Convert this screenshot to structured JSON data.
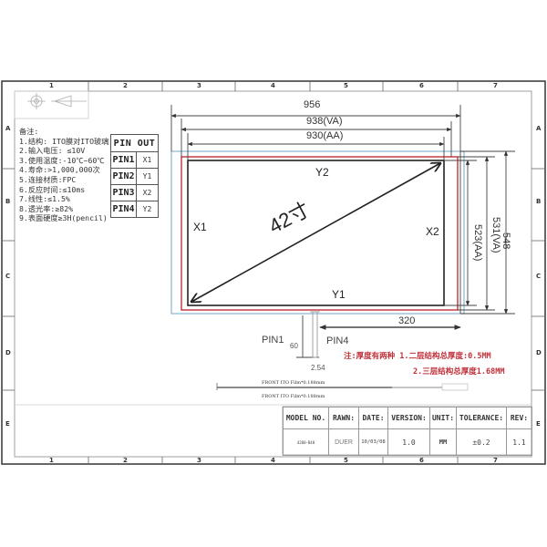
{
  "drawing": {
    "column_labels": [
      "1",
      "2",
      "3",
      "4",
      "5",
      "6",
      "7"
    ],
    "row_labels": [
      "A",
      "B",
      "C",
      "D",
      "E"
    ],
    "notes": {
      "title": "备注:",
      "items": [
        "1.结构: ITO膜对ITO玻璃",
        "2.输入电压: ≤10V",
        "3.使用温度:-10℃~60℃",
        "4.寿命:>1,000,000次",
        "5.连接材质:FPC",
        "6.反应时间:≤10ms",
        "7.线性:≤1.5%",
        "8.透光率:≥82%",
        "9.表面硬度≥3H(pencil)"
      ]
    },
    "pin_out": {
      "header": "PIN OUT",
      "rows": [
        {
          "pin": "PIN1",
          "signal": "X1"
        },
        {
          "pin": "PIN2",
          "signal": "Y1"
        },
        {
          "pin": "PIN3",
          "signal": "X2"
        },
        {
          "pin": "PIN4",
          "signal": "Y2"
        }
      ]
    },
    "dimensions": {
      "outer_width": "956",
      "view_area_width": "938(VA)",
      "active_area_width": "930(AA)",
      "outer_height": "548",
      "view_area_height": "531(VA)",
      "active_area_height": "523(AA)",
      "tail_offset": "320",
      "tail_length": "60",
      "pin_pitch": "2.54"
    },
    "panel_labels": {
      "x1": "X1",
      "x2": "X2",
      "y1": "Y1",
      "y2": "Y2",
      "diagonal": "42寸",
      "pin1": "PIN1",
      "pin4": "PIN4"
    },
    "thickness_note": {
      "line1": "注:厚度有两种 1.二层结构总厚度:0.5MM",
      "line2": "2.三层结构总厚度1.68MM"
    },
    "film_labels": {
      "top": "FRONT ITO Film*0.188mm",
      "bottom": "FRONT ITO Film*0.188mm"
    },
    "colors": {
      "outline_blue": "#8ab4d0",
      "outline_red": "#c0303a",
      "outline_black": "#222222",
      "note_red": "#c0303a"
    },
    "title_block": {
      "headers": [
        "MODEL NO.",
        "RAWN:",
        "DATE:",
        "VERSION:",
        "UNIT:",
        "TOLERANCE:",
        "REV:"
      ],
      "values": [
        "4200-B40",
        "DUER",
        "10/03/08",
        "1.0",
        "MM",
        "±0.2",
        "1.1"
      ]
    }
  }
}
